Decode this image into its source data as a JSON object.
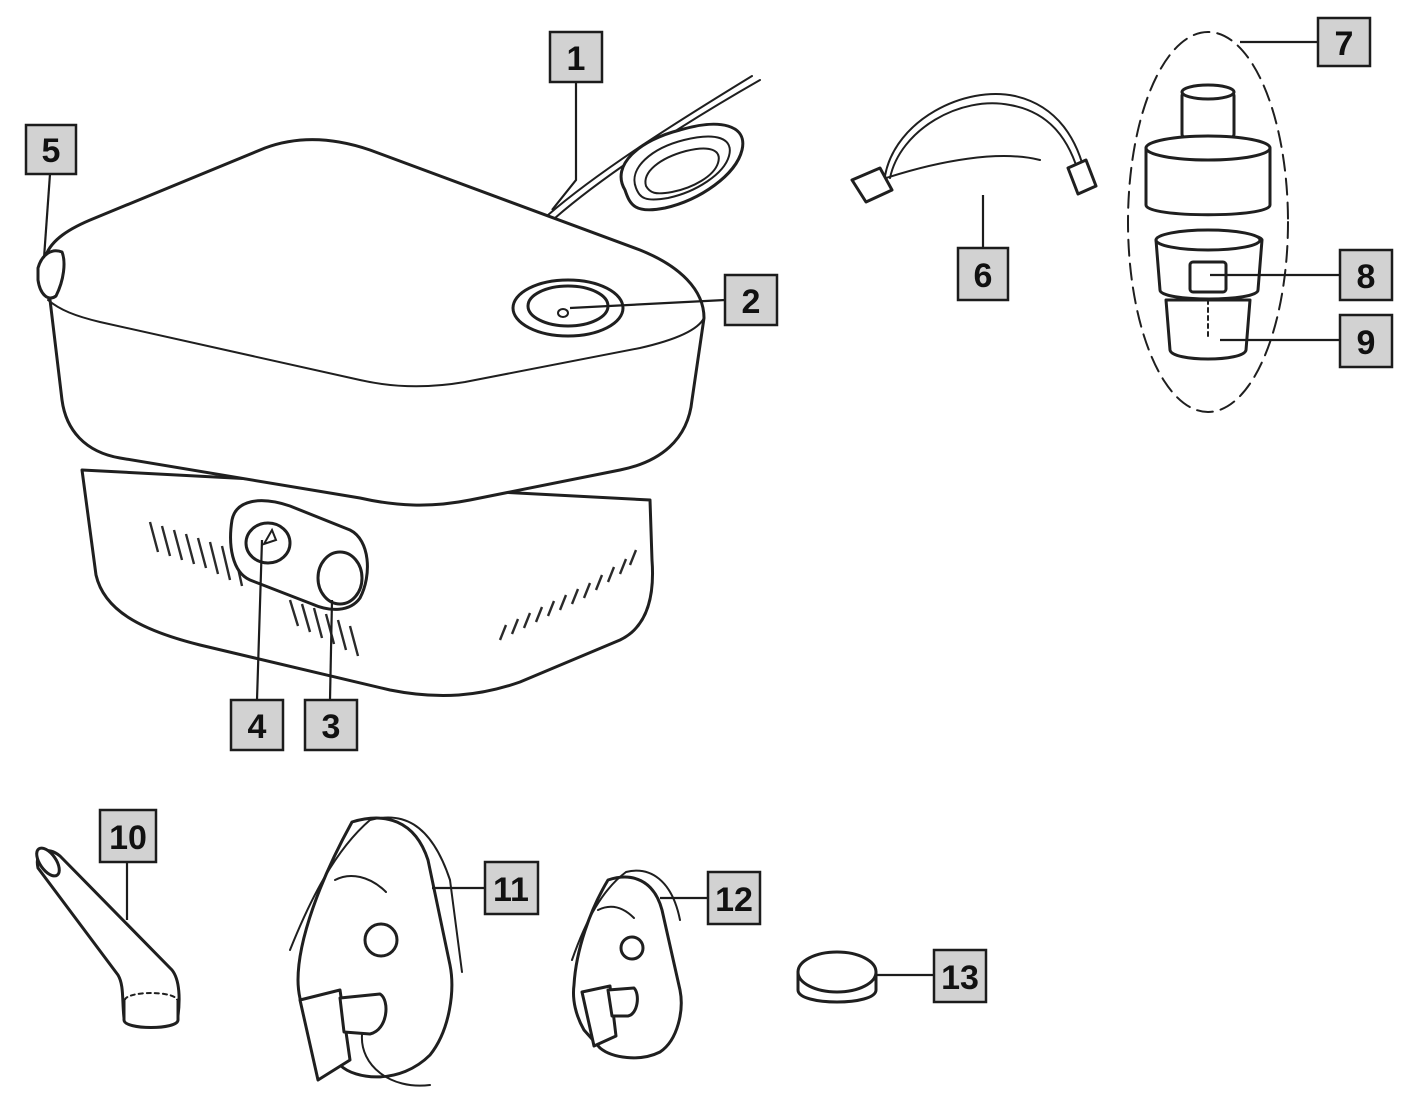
{
  "callouts": [
    {
      "id": "1",
      "label": "1"
    },
    {
      "id": "2",
      "label": "2"
    },
    {
      "id": "3",
      "label": "3"
    },
    {
      "id": "4",
      "label": "4"
    },
    {
      "id": "5",
      "label": "5"
    },
    {
      "id": "6",
      "label": "6"
    },
    {
      "id": "7",
      "label": "7"
    },
    {
      "id": "8",
      "label": "8"
    },
    {
      "id": "9",
      "label": "9"
    },
    {
      "id": "10",
      "label": "10"
    },
    {
      "id": "11",
      "label": "11"
    },
    {
      "id": "12",
      "label": "12"
    },
    {
      "id": "13",
      "label": "13"
    }
  ],
  "colors": {
    "line": "#1f1f1f",
    "callout_fill": "#d2d2d2",
    "background": "#ffffff"
  }
}
